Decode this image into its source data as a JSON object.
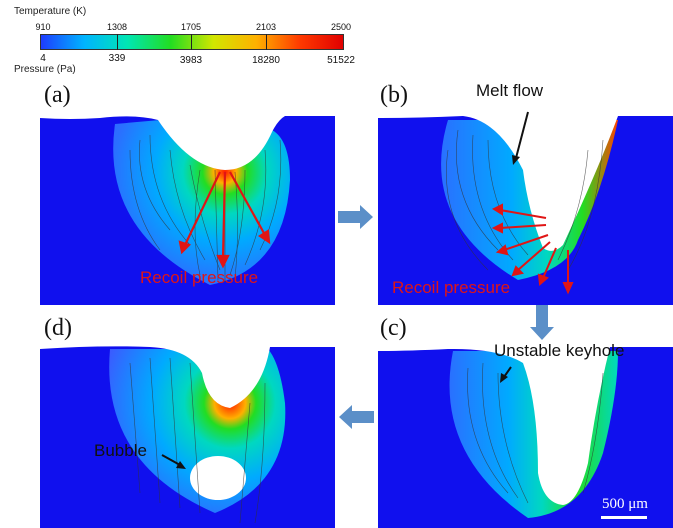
{
  "colorbar": {
    "temperature_label": "Temperature (K)",
    "temperature_ticks": [
      "910",
      "1308",
      "1705",
      "2103",
      "2500"
    ],
    "pressure_label": "Pressure (Pa)",
    "pressure_ticks": [
      "4",
      "339",
      "3983",
      "18280",
      "51522"
    ],
    "colors": [
      "#1e3cff",
      "#00b4ff",
      "#00e6b4",
      "#22dd22",
      "#d2e600",
      "#ffb000",
      "#ff3a00",
      "#e00000"
    ]
  },
  "panels": {
    "a": {
      "label": "(a)",
      "annotation": "Recoil pressure"
    },
    "b": {
      "label": "(b)",
      "annotation": "Melt flow",
      "annotation2": "Recoil pressure"
    },
    "c": {
      "label": "(c)",
      "annotation": "Unstable keyhole",
      "scale_bar": "500 μm"
    },
    "d": {
      "label": "(d)",
      "annotation": "Bubble"
    }
  },
  "colors": {
    "background_blue": "#1010ee",
    "recoil_arrow": "#e01515",
    "process_arrow": "#5b8fc8"
  }
}
